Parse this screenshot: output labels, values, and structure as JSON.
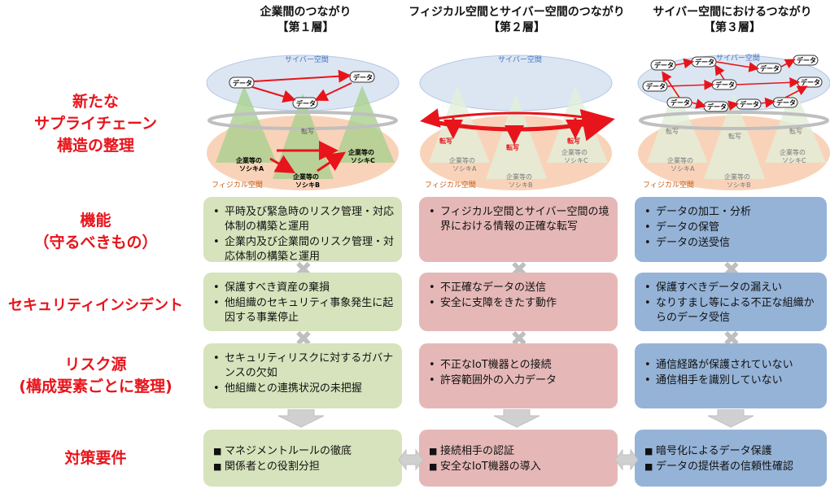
{
  "columns": [
    {
      "title": "企業間のつながり",
      "layer": "【第１層】"
    },
    {
      "title": "フィジカル空間とサイバー空間のつながり",
      "layer": "【第２層】"
    },
    {
      "title": "サイバー空間におけるつながり",
      "layer": "【第３層】"
    }
  ],
  "rows": {
    "structure": "新たな\nサプライチェーン\n構造の整理",
    "function": "機能\n（守るべきもの）",
    "incident": "セキュリティインシデント",
    "risk": "リスク源\n(構成要素ごとに整理)",
    "measures": "対策要件"
  },
  "diagram_labels": {
    "cyber": "サイバー空間",
    "physical": "フィジカル空間",
    "data": "データ",
    "transfer": "転写",
    "org_a": "企業等の\nソシキA",
    "org_b": "企業等の\nソシキB",
    "org_c": "企業等の\nソシキC"
  },
  "function_items": [
    [
      "平時及び緊急時のリスク管理・対応体制の構築と運用",
      "企業内及び企業間のリスク管理・対応体制の構築と運用"
    ],
    [
      "フィジカル空間とサイバー空間の境界における情報の正確な転写"
    ],
    [
      "データの加工・分析",
      "データの保管",
      "データの送受信"
    ]
  ],
  "incident_items": [
    [
      "保護すべき資産の棄損",
      "他組織のセキュリティ事象発生に起因する事業停止"
    ],
    [
      "不正確なデータの送信",
      "安全に支障をきたす動作"
    ],
    [
      "保護すべきデータの漏えい",
      "なりすまし等による不正な組織からのデータ受信"
    ]
  ],
  "risk_items": [
    [
      "セキュリティリスクに対するガバナンスの欠如",
      "他組織との連携状況の未把握"
    ],
    [
      "不正なIoT機器との接続",
      "許容範囲外の入力データ"
    ],
    [
      "通信経路が保護されていない",
      "通信相手を識別していない"
    ]
  ],
  "measure_items": [
    [
      "マネジメントルールの徹底",
      "関係者との役割分担"
    ],
    [
      "接続相手の認証",
      "安全なIoT機器の導入"
    ],
    [
      "暗号化によるデータ保護",
      "データの提供者の信頼性確認"
    ]
  ],
  "colors": {
    "label_red": "#e8141b",
    "green": "#d6e3bc",
    "red": "#e5b8b7",
    "blue": "#95b3d7"
  }
}
